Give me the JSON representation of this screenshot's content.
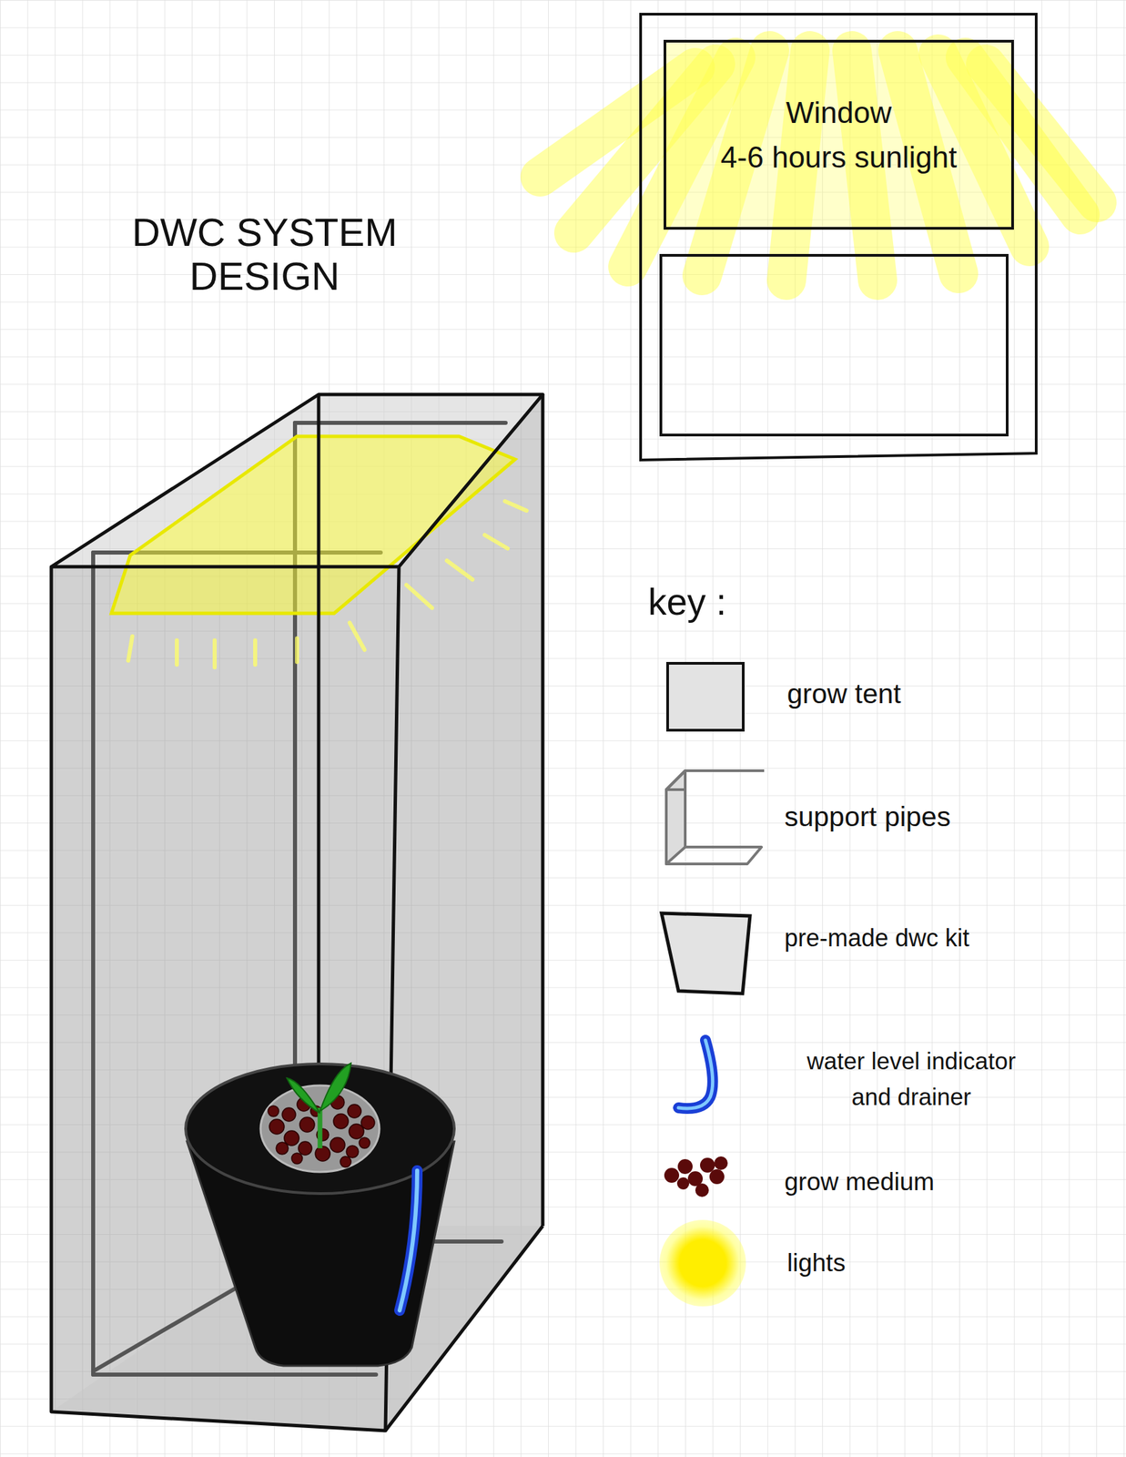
{
  "diagram": {
    "title": "DWC SYSTEM DESIGN",
    "nodes": [
      {
        "text": [
          "Window",
          "4-6 hours sunlight"
        ]
      }
    ],
    "labels": [
      "key :"
    ],
    "legend": [
      {
        "text": "grow tent",
        "color": "#e3e3e3"
      },
      {
        "text": "support pipes"
      },
      {
        "text": "pre-made dwc kit"
      },
      {
        "text": "water level indicator and drainer"
      },
      {
        "text": "grow medium"
      },
      {
        "text": "lights",
        "color": "#ffee00"
      }
    ]
  }
}
